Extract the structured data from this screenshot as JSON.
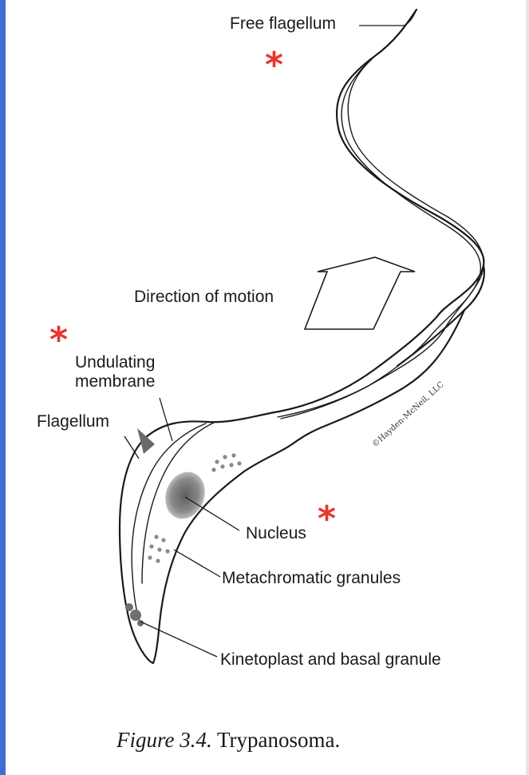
{
  "labels": {
    "free_flagellum": "Free flagellum",
    "direction_of_motion": "Direction of motion",
    "undulating_membrane_line1": "Undulating",
    "undulating_membrane_line2": "membrane",
    "flagellum": "Flagellum",
    "nucleus": "Nucleus",
    "metachromatic_granules": "Metachromatic granules",
    "kinetoplast": "Kinetoplast and basal granule"
  },
  "credit": "©Hayden-McNeil, LLC",
  "caption": {
    "figure_number": "Figure 3.4.",
    "title": "Trypanosoma."
  },
  "annotation_mark": "*",
  "colors": {
    "annotation": "#e8342c",
    "sidebar_accent": "#3f6fd1",
    "nucleus": "#808080"
  }
}
